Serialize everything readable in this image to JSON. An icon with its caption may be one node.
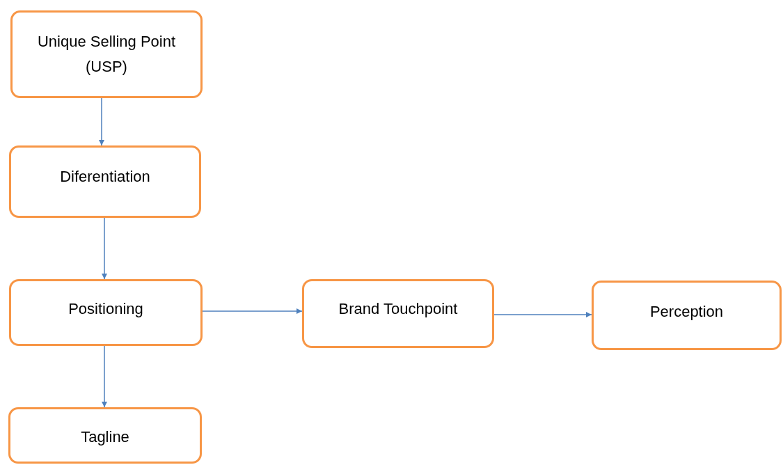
{
  "diagram": {
    "nodes": [
      {
        "text": [
          "Unique Selling Point (USP)"
        ]
      },
      {
        "text": [
          "Diferentiation"
        ]
      },
      {
        "text": [
          "Positioning"
        ]
      },
      {
        "text": [
          "Brand Touchpoint"
        ]
      },
      {
        "text": [
          "Perception"
        ]
      },
      {
        "text": [
          "Tagline"
        ]
      }
    ],
    "edges": [
      {
        "from": 0,
        "to": 1,
        "arrow": "to"
      },
      {
        "from": 1,
        "to": 2,
        "arrow": "to"
      },
      {
        "from": 2,
        "to": 3,
        "arrow": "to"
      },
      {
        "from": 3,
        "to": 4,
        "arrow": "to"
      },
      {
        "from": 2,
        "to": 5,
        "arrow": "to"
      }
    ]
  }
}
